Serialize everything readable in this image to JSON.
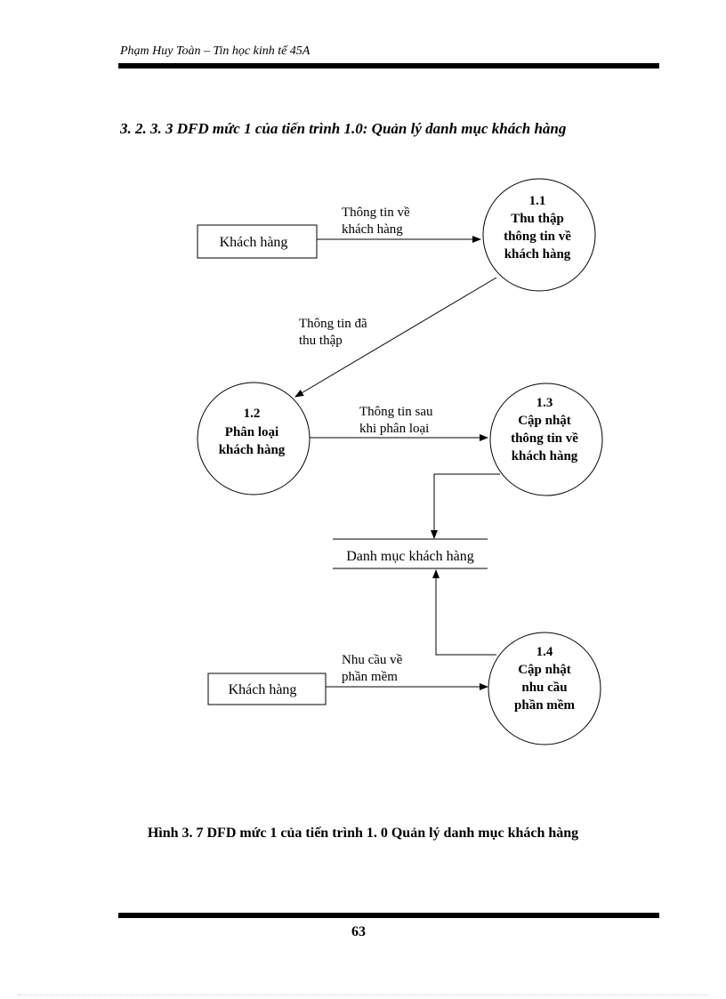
{
  "header": {
    "running_title": "Phạm Huy Toàn – Tin học kinh tế 45A"
  },
  "section": {
    "heading": "3. 2. 3. 3 DFD mức 1 của tiến trình 1.0: Quản lý danh mục khách hàng"
  },
  "diagram": {
    "entities": {
      "customer_top": "Khách hàng",
      "customer_bottom": "Khách hàng"
    },
    "processes": {
      "p11": {
        "id": "1.1",
        "lines": [
          "Thu thập",
          "thông tin về",
          "khách hàng"
        ]
      },
      "p12": {
        "id": "1.2",
        "lines": [
          "Phân loại",
          "khách hàng"
        ]
      },
      "p13": {
        "id": "1.3",
        "lines": [
          "Cập nhật",
          "thông tin về",
          "khách hàng"
        ]
      },
      "p14": {
        "id": "1.4",
        "lines": [
          "Cập nhật",
          "nhu cầu",
          "phần mềm"
        ]
      }
    },
    "datastore": {
      "label": "Danh mục khách hàng"
    },
    "flows": {
      "f1": [
        "Thông tin về",
        "khách hàng"
      ],
      "f2": [
        "Thông tin đã",
        "thu thập"
      ],
      "f3": [
        "Thông tin sau",
        "khi phân loại"
      ],
      "f4": [
        "Nhu cầu về",
        "phần mềm"
      ]
    }
  },
  "caption": "Hình 3. 7 DFD mức 1 của tiến trình 1. 0 Quản lý danh mục khách hàng",
  "page_number": "63"
}
